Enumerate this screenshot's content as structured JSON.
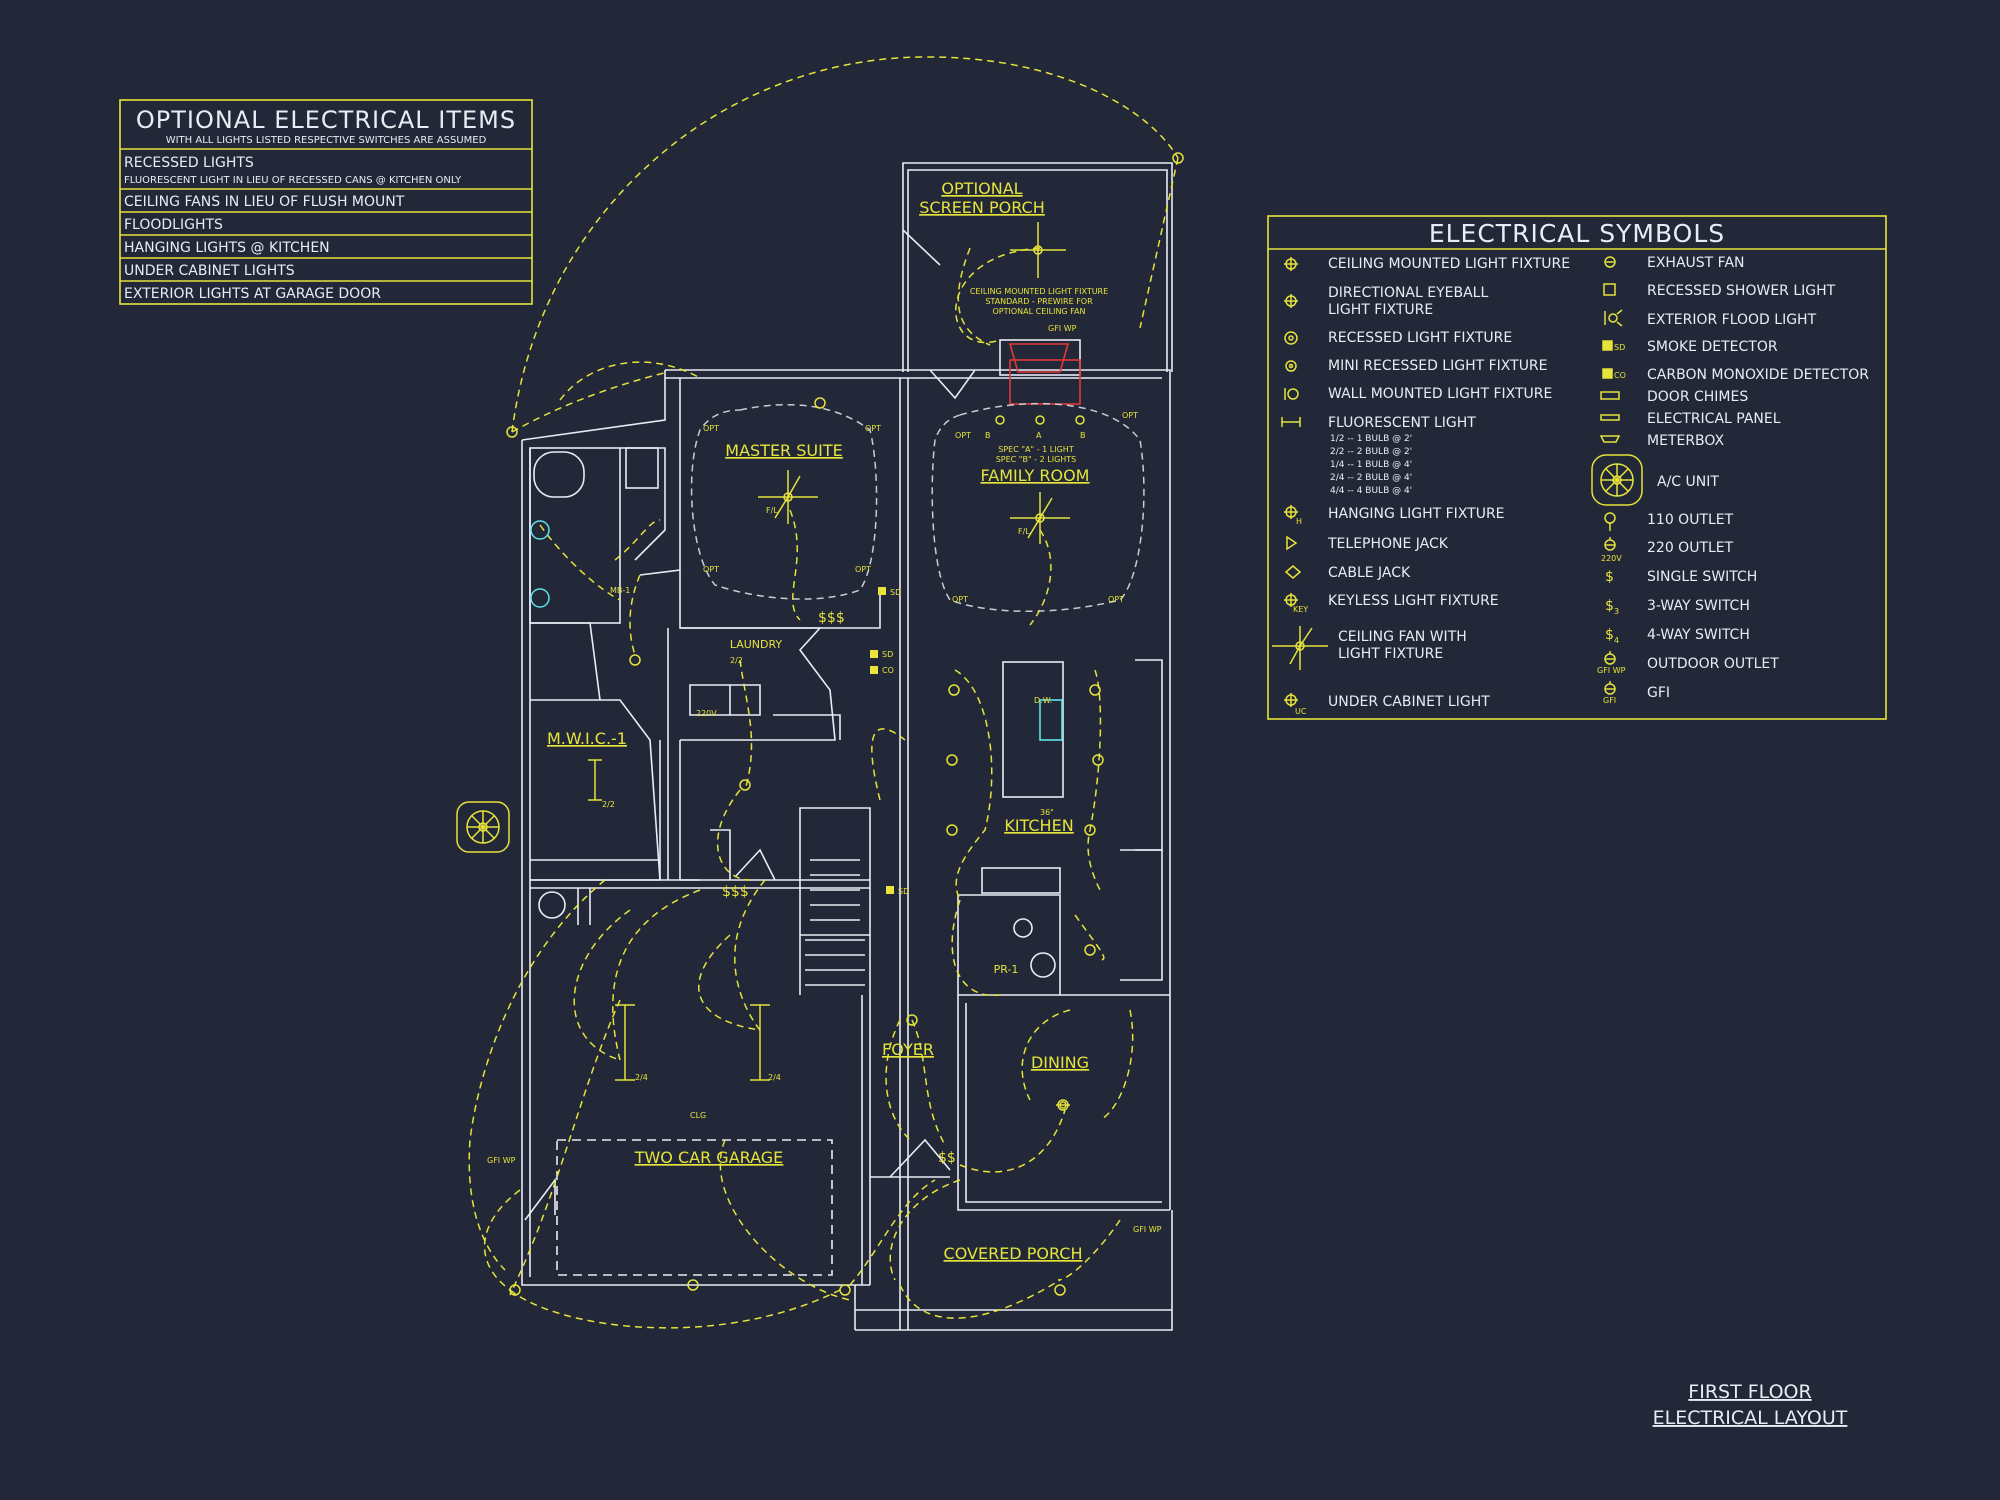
{
  "optional_items": {
    "title": "OPTIONAL ELECTRICAL ITEMS",
    "subtitle": "WITH ALL LIGHTS LISTED RESPECTIVE SWITCHES ARE ASSUMED",
    "rows": [
      {
        "label": "RECESSED LIGHTS",
        "note": "FLUORESCENT LIGHT IN LIEU OF RECESSED CANS @ KITCHEN ONLY"
      },
      {
        "label": "CEILING FANS IN LIEU OF FLUSH MOUNT"
      },
      {
        "label": "FLOODLIGHTS"
      },
      {
        "label": "HANGING LIGHTS @ KITCHEN"
      },
      {
        "label": "UNDER CABINET LIGHTS"
      },
      {
        "label": "EXTERIOR LIGHTS AT GARAGE DOOR"
      }
    ]
  },
  "symbols": {
    "title": "ELECTRICAL SYMBOLS",
    "left": [
      {
        "label": "CEILING MOUNTED LIGHT FIXTURE"
      },
      {
        "label": "DIRECTIONAL EYEBALL",
        "label2": "LIGHT FIXTURE"
      },
      {
        "label": "RECESSED LIGHT FIXTURE"
      },
      {
        "label": "MINI RECESSED LIGHT FIXTURE"
      },
      {
        "label": "WALL MOUNTED LIGHT FIXTURE"
      },
      {
        "label": "FLUORESCENT LIGHT"
      },
      {
        "label": "HANGING LIGHT FIXTURE"
      },
      {
        "label": "TELEPHONE JACK"
      },
      {
        "label": "CABLE JACK"
      },
      {
        "label": "KEYLESS LIGHT FIXTURE"
      },
      {
        "label": "CEILING FAN WITH",
        "label2": "LIGHT FIXTURE"
      },
      {
        "label": "UNDER CABINET LIGHT"
      }
    ],
    "fluorescent_notes": [
      "1/2 -- 1 BULB @ 2'",
      "2/2 -- 2 BULB @ 2'",
      "1/4 -- 1 BULB @ 4'",
      "2/4 -- 2 BULB @ 4'",
      "4/4 -- 4 BULB @ 4'"
    ],
    "right": [
      {
        "label": "EXHAUST FAN"
      },
      {
        "label": "RECESSED SHOWER LIGHT"
      },
      {
        "label": "EXTERIOR FLOOD LIGHT"
      },
      {
        "label": "SMOKE DETECTOR"
      },
      {
        "label": "CARBON MONOXIDE DETECTOR"
      },
      {
        "label": "DOOR CHIMES"
      },
      {
        "label": "ELECTRICAL PANEL"
      },
      {
        "label": "METERBOX"
      },
      {
        "label": "A/C UNIT"
      },
      {
        "label": "110 OUTLET"
      },
      {
        "label": "220 OUTLET"
      },
      {
        "label": "SINGLE SWITCH"
      },
      {
        "label": "3-WAY SWITCH"
      },
      {
        "label": "4-WAY SWITCH"
      },
      {
        "label": "OUTDOOR OUTLET"
      },
      {
        "label": "GFI"
      }
    ],
    "marks": {
      "sd": "SD",
      "co": "CO",
      "h": "H",
      "key": "KEY",
      "uc": "UC",
      "v220": "220V",
      "gfiwp": "GFI WP",
      "gfi": "GFI",
      "s": "$",
      "s3": "3",
      "s4": "4"
    }
  },
  "rooms": {
    "screen_porch_1": "OPTIONAL",
    "screen_porch_2": "SCREEN PORCH",
    "master_suite": "MASTER SUITE",
    "family_room": "FAMILY ROOM",
    "mwic": "M.W.I.C.-1",
    "laundry": "LAUNDRY",
    "kitchen": "KITCHEN",
    "foyer": "FOYER",
    "dining": "DINING",
    "garage": "TWO CAR GARAGE",
    "covered_porch": "COVERED PORCH",
    "pr": "PR-1"
  },
  "notes": {
    "fan_note_1": "CEILING MOUNTED LIGHT FIXTURE",
    "fan_note_2": "STANDARD - PREWIRE FOR",
    "fan_note_3": "OPTIONAL CEILING FAN",
    "spec_a": "SPEC \"A\" - 1 LIGHT",
    "spec_b": "SPEC \"B\" - 2 LIGHTS",
    "opt": "OPT",
    "fl": "F/L",
    "gfi_wp": "GFI WP",
    "clg": "CLG",
    "v220": "220V",
    "v36": "36\"",
    "dw": "D.W.",
    "sss": "$$$",
    "ss": "$$",
    "mb": "MB-1",
    "ab_a": "A",
    "ab_b": "B",
    "r22": "2/2",
    "r24": "2/4",
    "sd": "SD",
    "co": "CO"
  },
  "sheet_title": {
    "line1": "FIRST FLOOR",
    "line2": "ELECTRICAL LAYOUT"
  }
}
